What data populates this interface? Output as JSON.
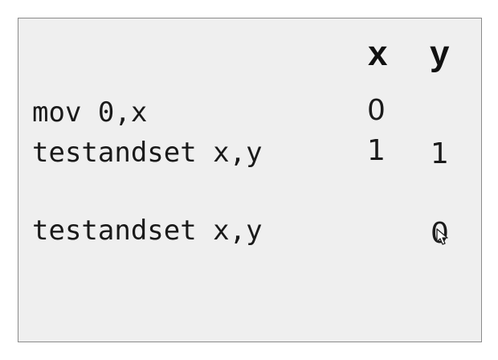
{
  "headers": {
    "x": "x",
    "y": "y"
  },
  "rows": [
    {
      "instruction": "mov 0,x",
      "x": "0",
      "y": ""
    },
    {
      "instruction": "testandset x,y",
      "x": "1",
      "y": "1"
    },
    {
      "instruction": "testandset x,y",
      "x": "",
      "y": "0"
    }
  ],
  "cursor": {
    "icon": "mouse-pointer-icon"
  }
}
